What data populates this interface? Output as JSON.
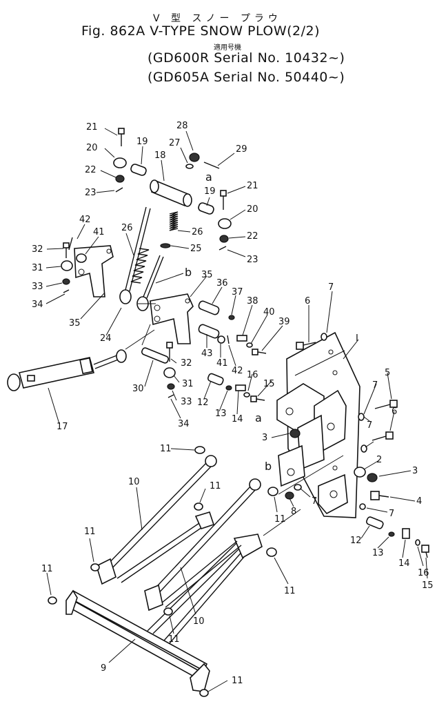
{
  "header": {
    "jp_title": "V 型 スノー プラウ",
    "fig_title": "Fig. 862A V-TYPE SNOW PLOW(2/2)",
    "jp_models": "適用号機",
    "serial_line_1": "(GD600R Serial No. 10432~)",
    "serial_line_2": "(GD605A Serial No. 50440~)"
  },
  "callouts": {
    "c21a": "21",
    "c28": "28",
    "c20a": "20",
    "c19a": "19",
    "c27": "27",
    "c29": "29",
    "c18": "18",
    "c22a": "22",
    "c23a": "23",
    "c_a1": "a",
    "c19b": "19",
    "c21b": "21",
    "c20b": "20",
    "c22b": "22",
    "c23b": "23",
    "c42a": "42",
    "c41a": "41",
    "c26a": "26",
    "c26b": "26",
    "c25": "25",
    "c32a": "32",
    "c31a": "31",
    "c33a": "33",
    "c34a": "34",
    "c35a": "35",
    "c24": "24",
    "c_b1": "b",
    "c35b": "35",
    "c36": "36",
    "c37": "37",
    "c38": "38",
    "c40": "40",
    "c39": "39",
    "c43": "43",
    "c41b": "41",
    "c42b": "42",
    "c6a": "6",
    "c7a": "7",
    "c1": "I",
    "c32b": "32",
    "c31b": "31",
    "c33b": "33",
    "c34b": "34",
    "c30": "30",
    "c12a": "12",
    "c13a": "13",
    "c14a": "14",
    "c16a": "16",
    "c15a": "15",
    "c17": "17",
    "c7b": "7",
    "c5": "5",
    "c6b": "6",
    "c7c": "7",
    "c_a2": "a",
    "c3a": "3",
    "c_b2": "b",
    "c2": "2",
    "c3b": "3",
    "c4": "4",
    "c7d": "7",
    "c7e": "7",
    "c8": "8",
    "c11a": "11",
    "c10a": "10",
    "c11b": "11",
    "c11c": "11",
    "c11d": "11",
    "c11e": "11",
    "c11f": "11",
    "c10b": "10",
    "c11g": "11",
    "c9": "9",
    "c11h": "11",
    "c12b": "12",
    "c13b": "13",
    "c14b": "14",
    "c16b": "16",
    "c15b": "15"
  }
}
